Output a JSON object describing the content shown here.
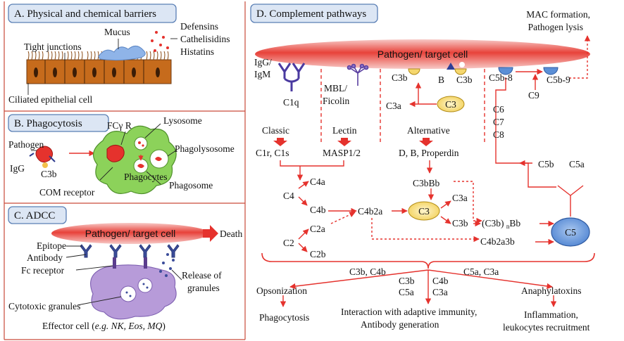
{
  "panels": {
    "a": {
      "header": "A. Physical and chemical barriers",
      "labels": {
        "tight_junctions": "Tight junctions",
        "mucus": "Mucus",
        "defensins": "Defensins",
        "cathelisidins": "Cathelisidins",
        "histatins": "Histatins",
        "ciliated": "Ciliated epithelial cell"
      }
    },
    "b": {
      "header": "B. Phagocytosis",
      "labels": {
        "fcgr": "FCγ R",
        "lysosome": "Lysosome",
        "pathogen": "Pathogen",
        "igg": "IgG",
        "c3b": "C3b",
        "phagolysosome": "Phagolysosome",
        "com_receptor": "COM receptor",
        "phagocytes": "Phagocytes",
        "phagosome": "Phagosome"
      }
    },
    "c": {
      "header": "C. ADCC",
      "pathogen_cell": "Pathogen/ target cell",
      "death": "Death",
      "labels": {
        "epitope": "Epitope",
        "antibody": "Antibody",
        "fc_receptor": "Fc receptor",
        "release1": "Release of",
        "release2": "granules",
        "cytotoxic": "Cytotoxic granules",
        "effector_pre": "Effector cell (",
        "effector_em": "e.g. NK, Eos, MQ",
        "effector_post": ")"
      }
    },
    "d": {
      "header": "D. Complement pathways",
      "pathogen_cell": "Pathogen/ target cell",
      "mac1": "MAC formation,",
      "mac2": "Pathogen lysis",
      "igg1": "IgG/",
      "igm": "IgM",
      "c1q": "C1q",
      "mbl": "MBL/",
      "ficolin": "Ficolin",
      "c3b_a": "C3b",
      "b": "B",
      "c3b_b": "C3b",
      "c3a_top": "C3a",
      "c3_top": "C3",
      "c5b8": "C5b-8",
      "c5b9": "C5b-9",
      "c9": "C9",
      "c6": "C6",
      "c7": "C7",
      "c8": "C8",
      "classic": "Classic",
      "lectin": "Lectin",
      "alternative": "Alternative",
      "c1r": "C1r, C1s",
      "masp": "MASP1/2",
      "dbp": "D, B, Properdin",
      "c4": "C4",
      "c4a": "C4a",
      "c4b": "C4b",
      "c4b2a": "C4b2a",
      "c2": "C2",
      "c2a": "C2a",
      "c2b": "C2b",
      "c3bbb": "C3bBb",
      "c3_mid": "C3",
      "c3a_mid": "C3a",
      "c3b_mid": "C3b",
      "c3bnbb_pre": "(C3b) ",
      "c3bnbb_sub": "n",
      "c3bnbb_post": "Bb",
      "c4b2a3b": "C4b2a3b",
      "c5": "C5",
      "c5b": "C5b",
      "c5a": "C5a",
      "br_c3b_c4b": "C3b, C4b",
      "br_c5a_c3a": "C5a, C3a",
      "mid_c3b": "C3b",
      "mid_c4b": "C4b",
      "mid_c5a": "C5a",
      "mid_c3a": "C3a",
      "opsonization": "Opsonization",
      "phagocytosis": "Phagocytosis",
      "interaction": "Interaction with adaptive immunity,",
      "antibody_gen": "Antibody generation",
      "anaphylatoxins": "Anaphylatoxins",
      "inflammation": "Inflammation,",
      "recruitment": "leukocytes recruitment"
    }
  },
  "colors": {
    "red": "#e5322d",
    "header_fill": "#dce6f4",
    "header_stroke": "#5a7fb5",
    "c3_yellow": "#f5d76e",
    "c5_blue": "#5b8fd6",
    "phagocyte_green": "#8cd25a",
    "effector_purple": "#b79bd9",
    "epithelium": "#c66b1c"
  }
}
